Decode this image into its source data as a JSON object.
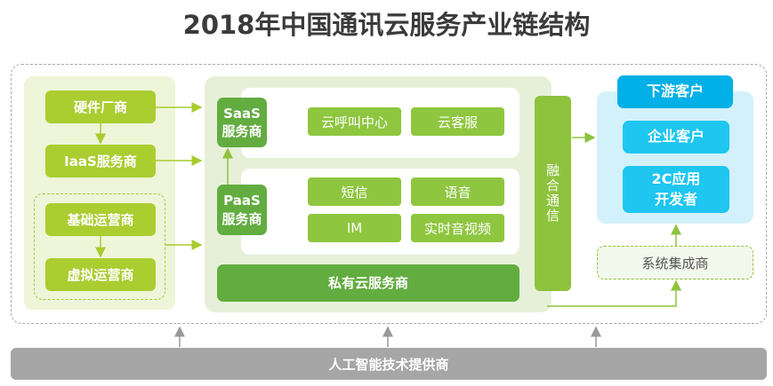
{
  "title": "2018年中国通讯云服务产业链结构",
  "upstream": {
    "hardware": "硬件厂商",
    "iaas": "IaaS服务商",
    "basic_operator": "基础运营商",
    "virtual_operator": "虚拟运营商"
  },
  "middle": {
    "saas": "SaaS\n服务商",
    "saas_items": [
      "云呼叫中心",
      "云客服"
    ],
    "paas": "PaaS\n服务商",
    "paas_items": [
      "短信",
      "语音",
      "IM",
      "实时音视频"
    ],
    "private_cloud": "私有云服务商"
  },
  "fusion": "融合通信",
  "downstream": {
    "title": "下游客户",
    "enterprise": "企业客户",
    "developer": "2C应用\n开发者",
    "integrator": "系统集成商"
  },
  "ai_provider": "人工智能技术提供商",
  "colors": {
    "light_green": "#aacd30",
    "dark_green": "#62ac40",
    "tag_green": "#8ec63f",
    "blue": "#00b0e6",
    "light_blue": "#1ec6f0",
    "gray": "#a6a6a6"
  }
}
